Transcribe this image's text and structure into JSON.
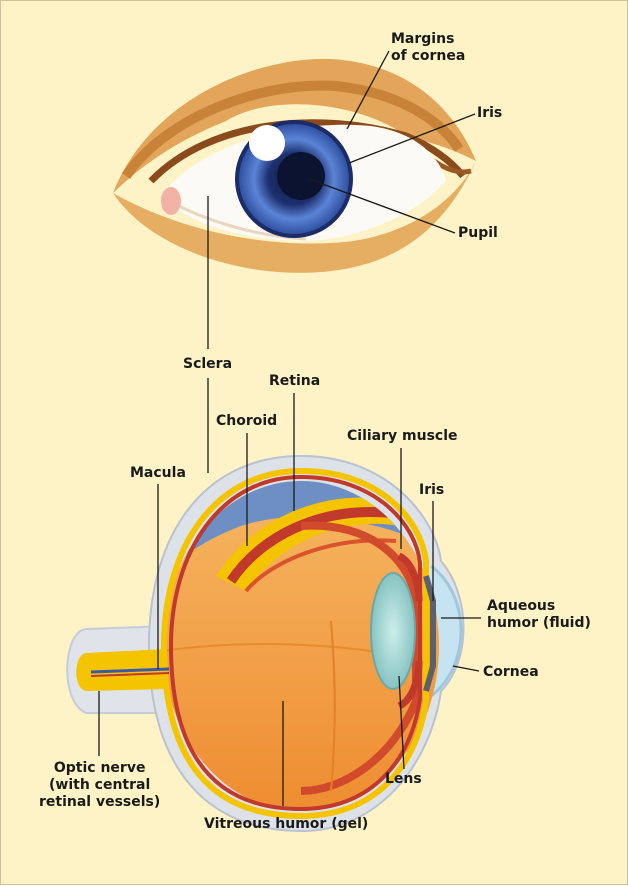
{
  "colors": {
    "background": "#fdf3c6",
    "skin": "#e2a55a",
    "iris": "#4a6fc4",
    "sclera_outer": "#d5dde6",
    "choroid": "#c0392b",
    "retina": "#f5c400",
    "vitreous": "#f39a3c",
    "lens": "#9fd3cf",
    "cornea": "#bcdff0"
  },
  "labels": {
    "margins_of_cornea": [
      "Margins",
      "of cornea"
    ],
    "iris_top": "Iris",
    "pupil": "Pupil",
    "sclera": "Sclera",
    "retina": "Retina",
    "choroid": "Choroid",
    "ciliary_muscle": "Ciliary muscle",
    "macula": "Macula",
    "iris_bottom": "Iris",
    "aqueous_humor": [
      "Aqueous",
      "humor (fluid)"
    ],
    "cornea": "Cornea",
    "optic_nerve": [
      "Optic nerve",
      "(with central",
      "retinal vessels)"
    ],
    "lens": "Lens",
    "vitreous_humor": "Vitreous humor (gel)"
  }
}
